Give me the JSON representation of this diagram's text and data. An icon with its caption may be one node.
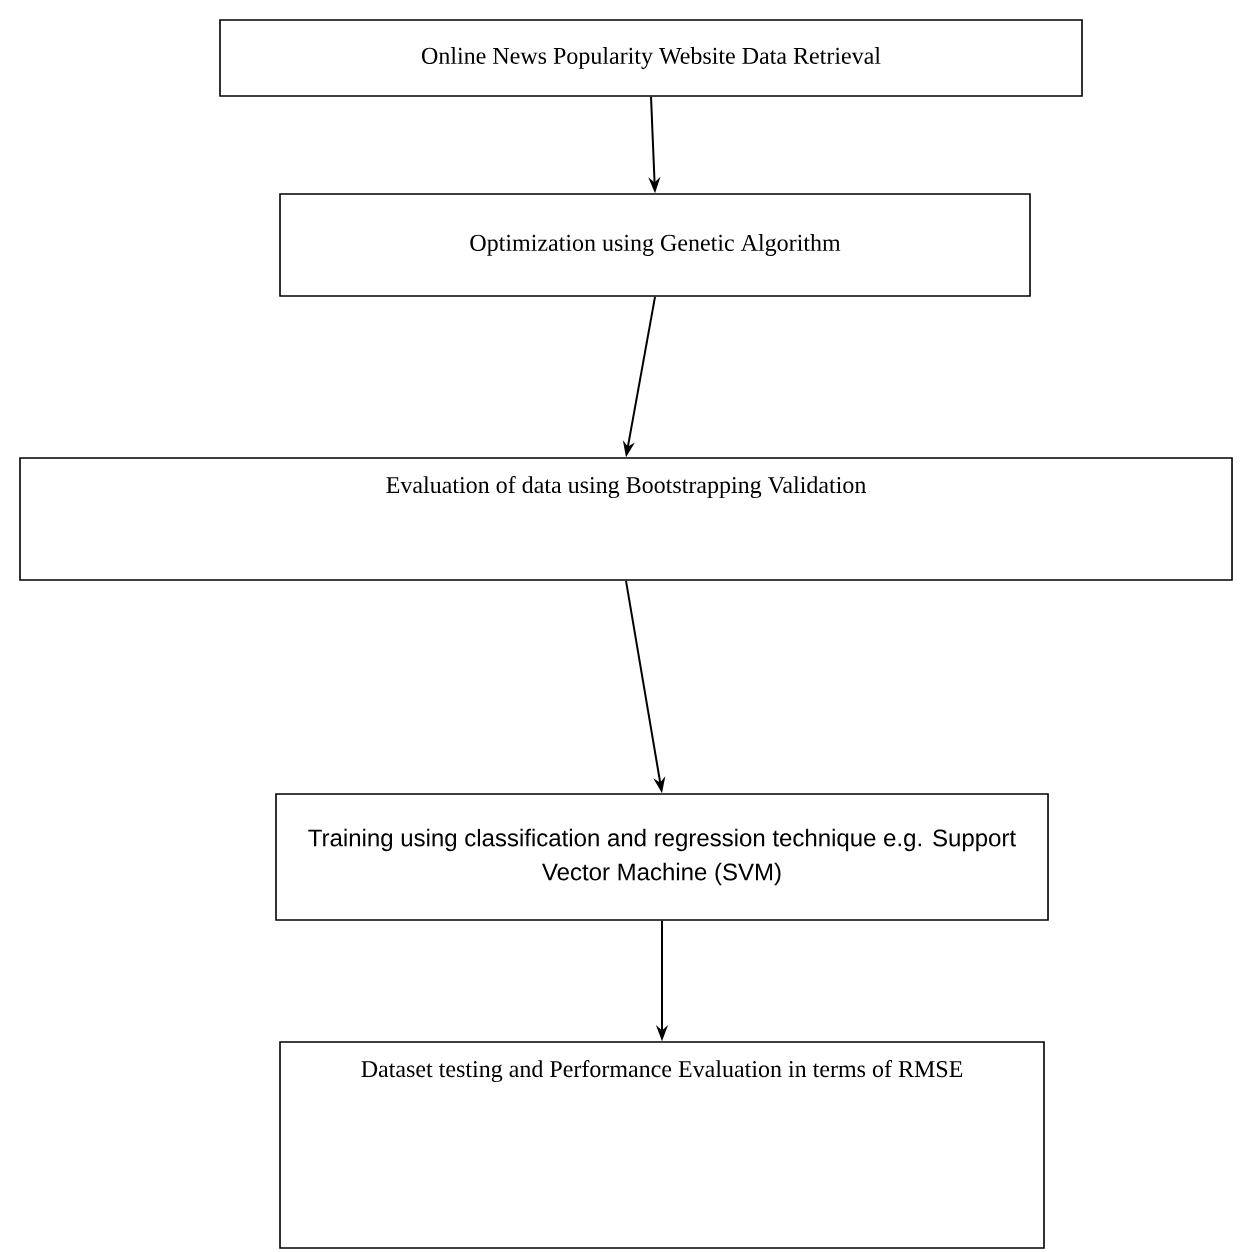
{
  "diagram": {
    "nodes": [
      {
        "text": [
          "Online News Popularity Website Data Retrieval"
        ]
      },
      {
        "text": [
          "Optimization using Genetic Algorithm"
        ]
      },
      {
        "text": [
          "Evaluation of data using Bootstrapping Validation"
        ]
      },
      {
        "text": [
          "Training using classification and regression technique e.g. Support Vector Machine (SVM)"
        ]
      },
      {
        "text": [
          "Dataset testing and Performance Evaluation in terms of RMSE"
        ]
      }
    ],
    "edges": [
      {
        "from": 0,
        "to": 1,
        "arrow": "to"
      },
      {
        "from": 1,
        "to": 2,
        "arrow": "to"
      },
      {
        "from": 2,
        "to": 3,
        "arrow": "to"
      },
      {
        "from": 3,
        "to": 4,
        "arrow": "to"
      }
    ]
  }
}
